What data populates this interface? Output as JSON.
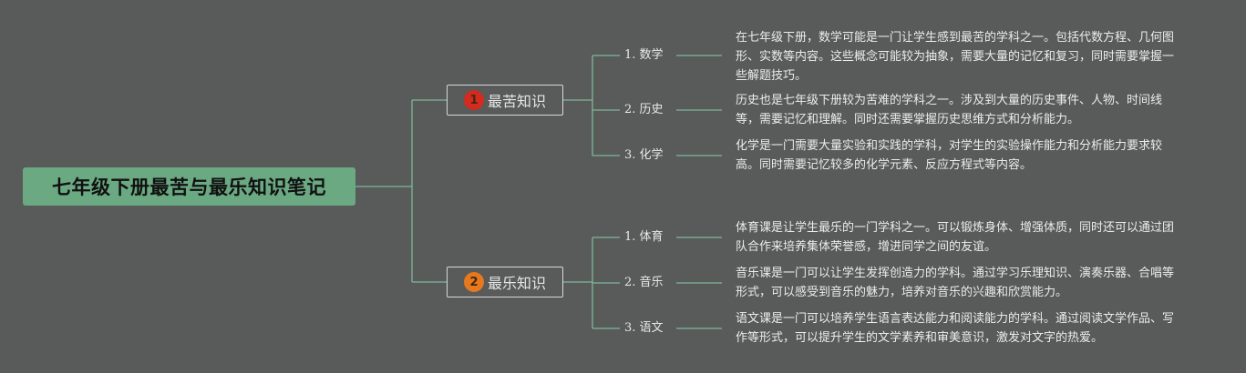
{
  "root": {
    "title": "七年级下册最苦与最乐知识笔记"
  },
  "branches": [
    {
      "label": "最苦知识",
      "badge": "1",
      "badge_color": "#d42a1f",
      "items": [
        {
          "label": "1. 数学",
          "desc": "在七年级下册，数学可能是一门让学生感到最苦的学科之一。包括代数方程、几何图形、实数等内容。这些概念可能较为抽象，需要大量的记忆和复习，同时需要掌握一些解题技巧。"
        },
        {
          "label": "2. 历史",
          "desc": "历史也是七年级下册较为苦难的学科之一。涉及到大量的历史事件、人物、时间线等，需要记忆和理解。同时还需要掌握历史思维方式和分析能力。"
        },
        {
          "label": "3. 化学",
          "desc": "化学是一门需要大量实验和实践的学科，对学生的实验操作能力和分析能力要求较高。同时需要记忆较多的化学元素、反应方程式等内容。"
        }
      ]
    },
    {
      "label": "最乐知识",
      "badge": "2",
      "badge_color": "#e8781e",
      "items": [
        {
          "label": "1. 体育",
          "desc": "体育课是让学生最乐的一门学科之一。可以锻炼身体、增强体质，同时还可以通过团队合作来培养集体荣誉感，增进同学之间的友谊。"
        },
        {
          "label": "2. 音乐",
          "desc": "音乐课是一门可以让学生发挥创造力的学科。通过学习乐理知识、演奏乐器、合唱等形式，可以感受到音乐的魅力，培养对音乐的兴趣和欣赏能力。"
        },
        {
          "label": "3. 语文",
          "desc": "语文课是一门可以培养学生语言表达能力和阅读能力的学科。通过阅读文学作品、写作等形式，可以提升学生的文学素养和审美意识，激发对文字的热爱。"
        }
      ]
    }
  ],
  "colors": {
    "background": "#585b59",
    "root_fill": "#6aa982",
    "connector": "#7fb79a"
  }
}
